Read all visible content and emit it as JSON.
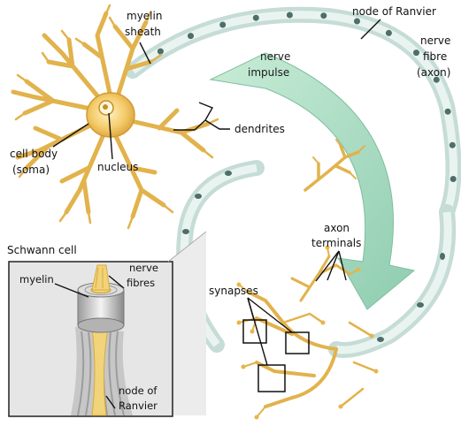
{
  "colors": {
    "myelin": "#d6ebe6",
    "myelin_edge": "#9fc2bb",
    "neuron": "#f0c468",
    "neuron_edge": "#d9a23a",
    "arrow": "#a3d9bc",
    "inset_bg": "#e8e8e8"
  },
  "labels": {
    "myelin_sheath_1": "myelin",
    "myelin_sheath_2": "sheath",
    "node_of_ranvier_top": "node of Ranvier",
    "nerve_fibre_1": "nerve",
    "nerve_fibre_2": "fibre",
    "nerve_fibre_3": "(axon)",
    "nerve_impulse_1": "nerve",
    "nerve_impulse_2": "impulse",
    "dendrites": "dendrites",
    "cell_body_1": "cell body",
    "cell_body_2": "(soma)",
    "nucleus": "nucleus",
    "axon_terminals_1": "axon",
    "axon_terminals_2": "terminals",
    "synapses": "synapses",
    "schwann_cell": "Schwann cell",
    "inset_myelin": "myelin",
    "inset_nerve_1": "nerve",
    "inset_nerve_2": "fibres",
    "inset_node_1": "node of",
    "inset_node_2": "Ranvier"
  }
}
